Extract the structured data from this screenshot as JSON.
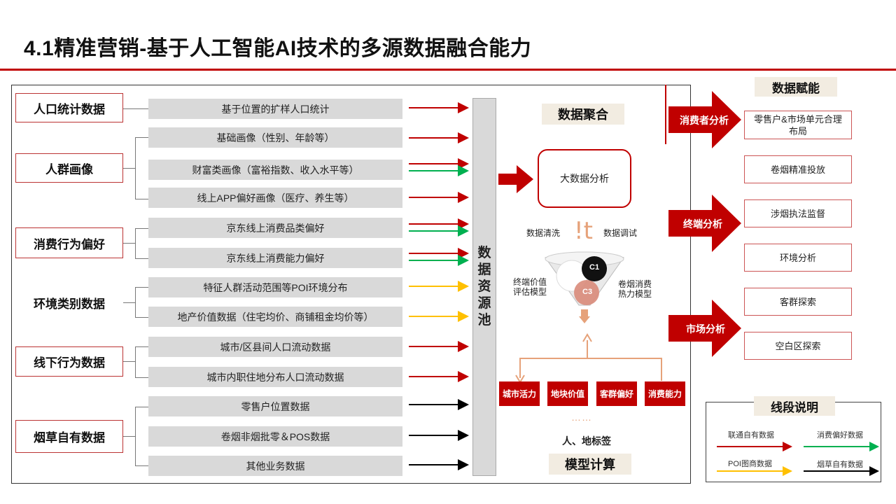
{
  "title": "4.1精准营销-基于人工智能AI技术的多源数据融合能力",
  "categories": {
    "population": "人口统计数据",
    "crowd": "人群画像",
    "consumption": "消费行为偏好",
    "environment": "环境类别数据",
    "offline": "线下行为数据",
    "tobacco": "烟草自有数据"
  },
  "bars": [
    "基于位置的扩样人口统计",
    "基础画像（性别、年龄等）",
    "财富类画像（富裕指数、收入水平等）",
    "线上APP偏好画像（医疗、养生等）",
    "京东线上消费品类偏好",
    "京东线上消费能力偏好",
    "特征人群活动范围等POI环境分布",
    "地产价值数据（住宅均价、商铺租金均价等）",
    "城市/区县间人口流动数据",
    "城市内职住地分布人口流动数据",
    "零售户位置数据",
    "卷烟非烟批零＆POS数据",
    "其他业务数据"
  ],
  "pool_chars": [
    "数",
    "据",
    "资",
    "源",
    "池"
  ],
  "aggregation": {
    "title": "数据聚合",
    "big_data": "大数据分析",
    "cleaning": "数据清洗",
    "tuning": "数据调试",
    "symbol": "!t",
    "model_left": [
      "终端价值",
      "评估模型"
    ],
    "model_right": [
      "卷烟消费",
      "热力模型"
    ],
    "c1": "C1",
    "c3": "C3"
  },
  "model": {
    "boxes": [
      "城市活力",
      "地块价值",
      "客群偏好",
      "消费能力"
    ],
    "dots": "……",
    "tags": "人、地标签",
    "title": "模型计算"
  },
  "empower": {
    "title": "数据赋能",
    "arrows": [
      "消费者分析",
      "终端分析",
      "市场分析"
    ],
    "outputs": [
      "零售户&市场单元合理布局",
      "卷烟精准投放",
      "涉烟执法监督",
      "环境分析",
      "客群探索",
      "空白区探索"
    ]
  },
  "legend": {
    "title": "线段说明",
    "items": [
      "联通自有数据",
      "消费偏好数据",
      "POI图商数据",
      "烟草自有数据"
    ]
  },
  "colors": {
    "red": "#c00000",
    "green": "#00b050",
    "yellow": "#ffc000",
    "black": "#000000"
  }
}
